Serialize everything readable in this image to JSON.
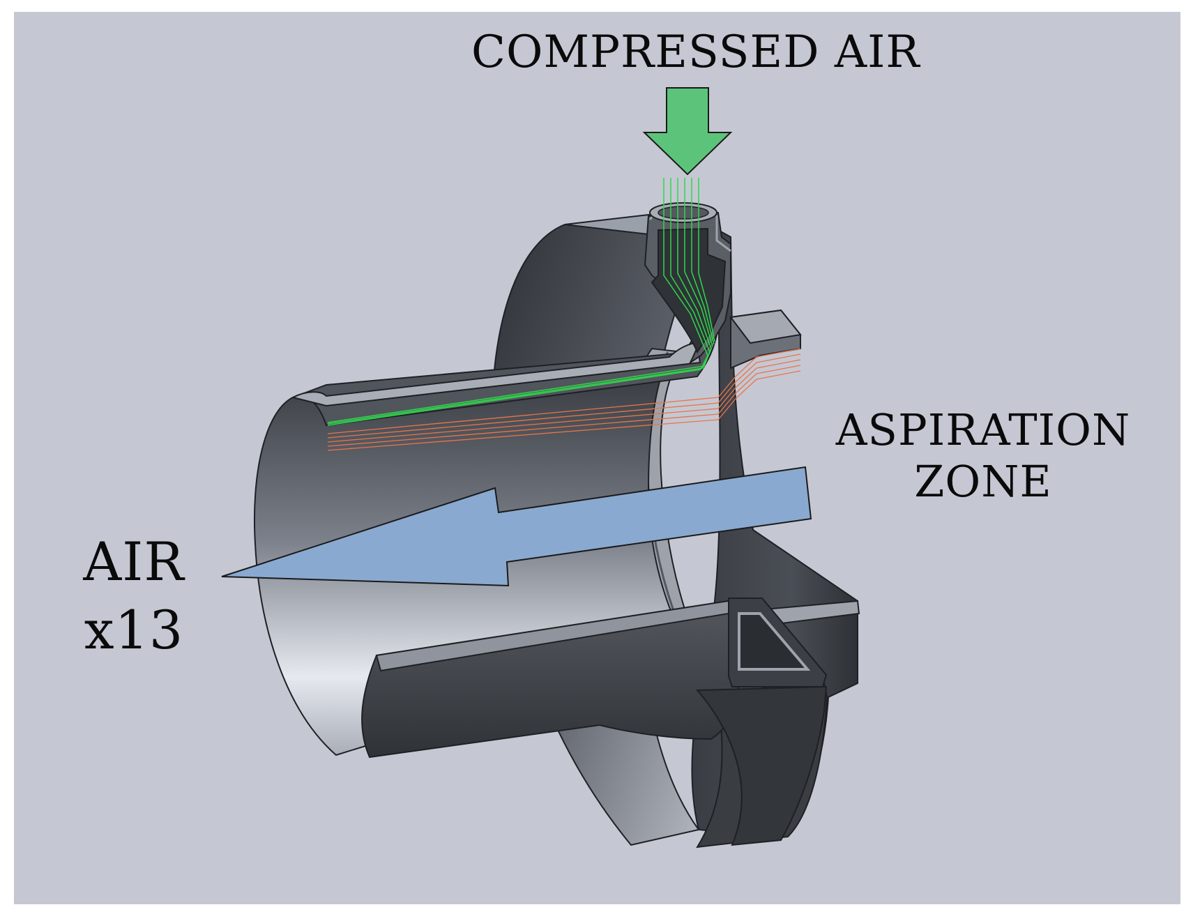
{
  "labels": {
    "compressed_air": "COMPRESSED AIR",
    "aspiration_line1": "ASPIRATION",
    "aspiration_line2": "ZONE",
    "air_line1": "AIR",
    "air_line2": "x13"
  },
  "colors": {
    "background": "#c5c8d3",
    "compressed_air_arrow": "#5cc47a",
    "main_air_arrow": "#8aa9d0",
    "green_streamlines": "#2fd84a",
    "orange_streamlines": "#e8754a",
    "metal_dark": "#3e4147",
    "metal_light": "#d8dce4"
  },
  "icons": {
    "compressed_air_arrow": "down-arrow-icon",
    "air_flow_arrow": "left-arrow-icon"
  }
}
